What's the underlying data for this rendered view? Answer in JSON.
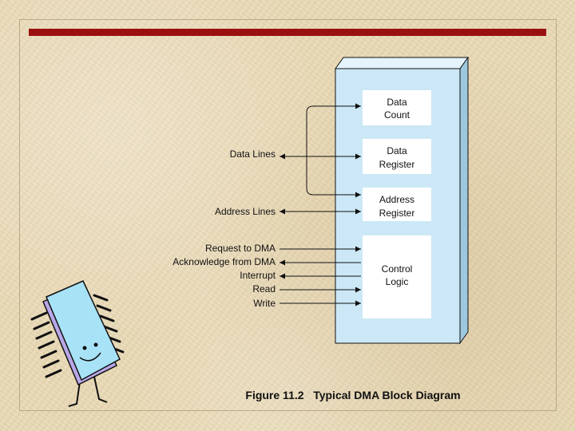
{
  "diagram": {
    "blocks": [
      {
        "lines": [
          "Data",
          "Count"
        ]
      },
      {
        "lines": [
          "Data",
          "Register"
        ]
      },
      {
        "lines": [
          "Address",
          "Register"
        ]
      },
      {
        "lines": [
          "Control",
          "Logic"
        ]
      }
    ],
    "bus_labels": {
      "data_lines": "Data Lines",
      "address_lines": "Address Lines"
    },
    "signals": [
      "Request to DMA",
      "Acknowledge from DMA",
      "Interrupt",
      "Read",
      "Write"
    ],
    "caption": "Figure 11.2   Typical DMA Block Diagram"
  },
  "colors": {
    "title_bar": "#9a1010",
    "dma_module": "#cce8f6",
    "block_fill": "#ffffff",
    "background": "#e8d9b5"
  }
}
